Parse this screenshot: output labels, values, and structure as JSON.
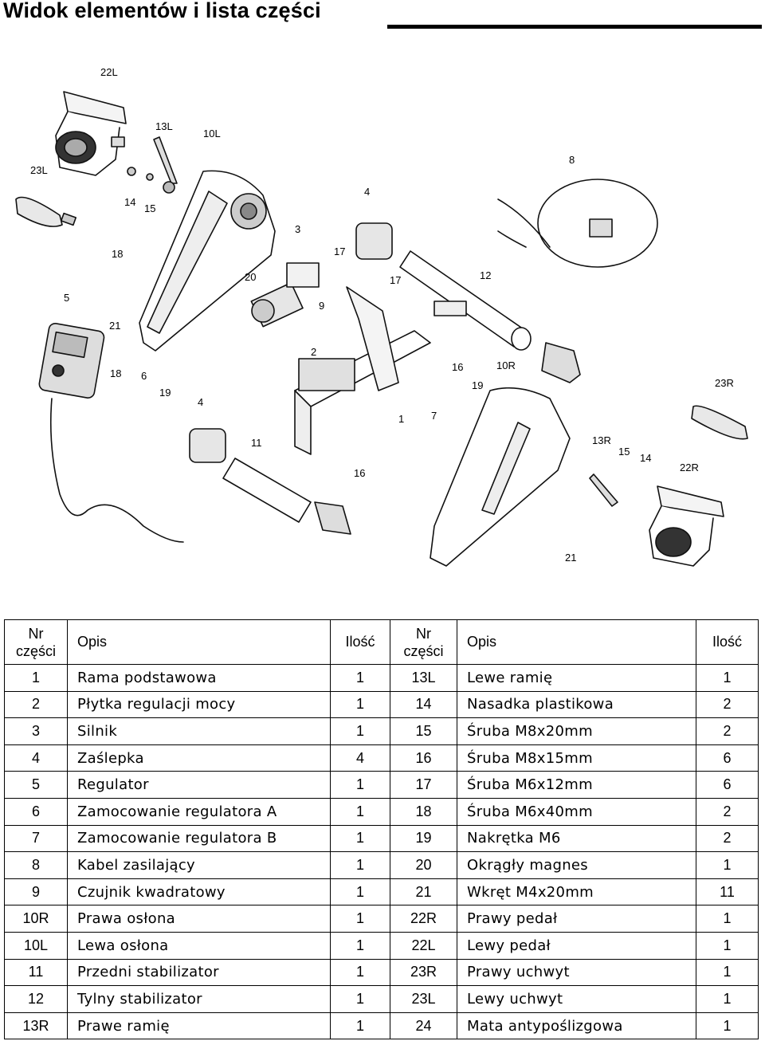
{
  "header": {
    "title": "Widok elementów i lista części"
  },
  "diagram": {
    "callouts": {
      "c22L": "22L",
      "c13L": "13L",
      "c10L": "10L",
      "c23L": "23L",
      "c14a": "14",
      "c15a": "15",
      "c4a": "4",
      "c8": "8",
      "c3": "3",
      "c18a": "18",
      "c17a": "17",
      "c20": "20",
      "c17b": "17",
      "c12": "12",
      "c5": "5",
      "c9": "9",
      "c21a": "21",
      "c2": "2",
      "c16a": "16",
      "c10R": "10R",
      "c23R": "23R",
      "c18b": "18",
      "c6": "6",
      "c19a": "19",
      "c19b": "19",
      "c4b": "4",
      "c1": "1",
      "c7": "7",
      "c11": "11",
      "c13R": "13R",
      "c15b": "15",
      "c14b": "14",
      "c22R": "22R",
      "c16b": "16",
      "c21b": "21"
    }
  },
  "parts_table": {
    "headers": {
      "no": "Nr części",
      "no_line1": "Nr",
      "no_line2": "części",
      "desc": "Opis",
      "qty": "Ilość"
    },
    "rows": [
      {
        "l_no": "1",
        "l_desc": "Rama podstawowa",
        "l_qty": "1",
        "r_no": "13L",
        "r_desc": "Lewe ramię",
        "r_qty": "1"
      },
      {
        "l_no": "2",
        "l_desc": "Płytka regulacji mocy",
        "l_qty": "1",
        "r_no": "14",
        "r_desc": "Nasadka plastikowa",
        "r_qty": "2"
      },
      {
        "l_no": "3",
        "l_desc": "Silnik",
        "l_qty": "1",
        "r_no": "15",
        "r_desc": "Śruba M8x20mm",
        "r_qty": "2"
      },
      {
        "l_no": "4",
        "l_desc": "Zaślepka",
        "l_qty": "4",
        "r_no": "16",
        "r_desc": "Śruba M8x15mm",
        "r_qty": "6"
      },
      {
        "l_no": "5",
        "l_desc": "Regulator",
        "l_qty": "1",
        "r_no": "17",
        "r_desc": "Śruba M6x12mm",
        "r_qty": "6"
      },
      {
        "l_no": "6",
        "l_desc": "Zamocowanie regulatora A",
        "l_qty": "1",
        "r_no": "18",
        "r_desc": "Śruba M6x40mm",
        "r_qty": "2"
      },
      {
        "l_no": "7",
        "l_desc": "Zamocowanie regulatora B",
        "l_qty": "1",
        "r_no": "19",
        "r_desc": "Nakrętka M6",
        "r_qty": "2"
      },
      {
        "l_no": "8",
        "l_desc": "Kabel zasilający",
        "l_qty": "1",
        "r_no": "20",
        "r_desc": "Okrągły magnes",
        "r_qty": "1"
      },
      {
        "l_no": "9",
        "l_desc": "Czujnik kwadratowy",
        "l_qty": "1",
        "r_no": "21",
        "r_desc": "Wkręt M4x20mm",
        "r_qty": "11"
      },
      {
        "l_no": "10R",
        "l_desc": "Prawa osłona",
        "l_qty": "1",
        "r_no": "22R",
        "r_desc": "Prawy pedał",
        "r_qty": "1"
      },
      {
        "l_no": "10L",
        "l_desc": "Lewa osłona",
        "l_qty": "1",
        "r_no": "22L",
        "r_desc": "Lewy pedał",
        "r_qty": "1"
      },
      {
        "l_no": "11",
        "l_desc": "Przedni stabilizator",
        "l_qty": "1",
        "r_no": "23R",
        "r_desc": "Prawy uchwyt",
        "r_qty": "1"
      },
      {
        "l_no": "12",
        "l_desc": "Tylny stabilizator",
        "l_qty": "1",
        "r_no": "23L",
        "r_desc": "Lewy uchwyt",
        "r_qty": "1"
      },
      {
        "l_no": "13R",
        "l_desc": "Prawe ramię",
        "l_qty": "1",
        "r_no": "24",
        "r_desc": "Mata antypoślizgowa",
        "r_qty": "1"
      }
    ]
  }
}
